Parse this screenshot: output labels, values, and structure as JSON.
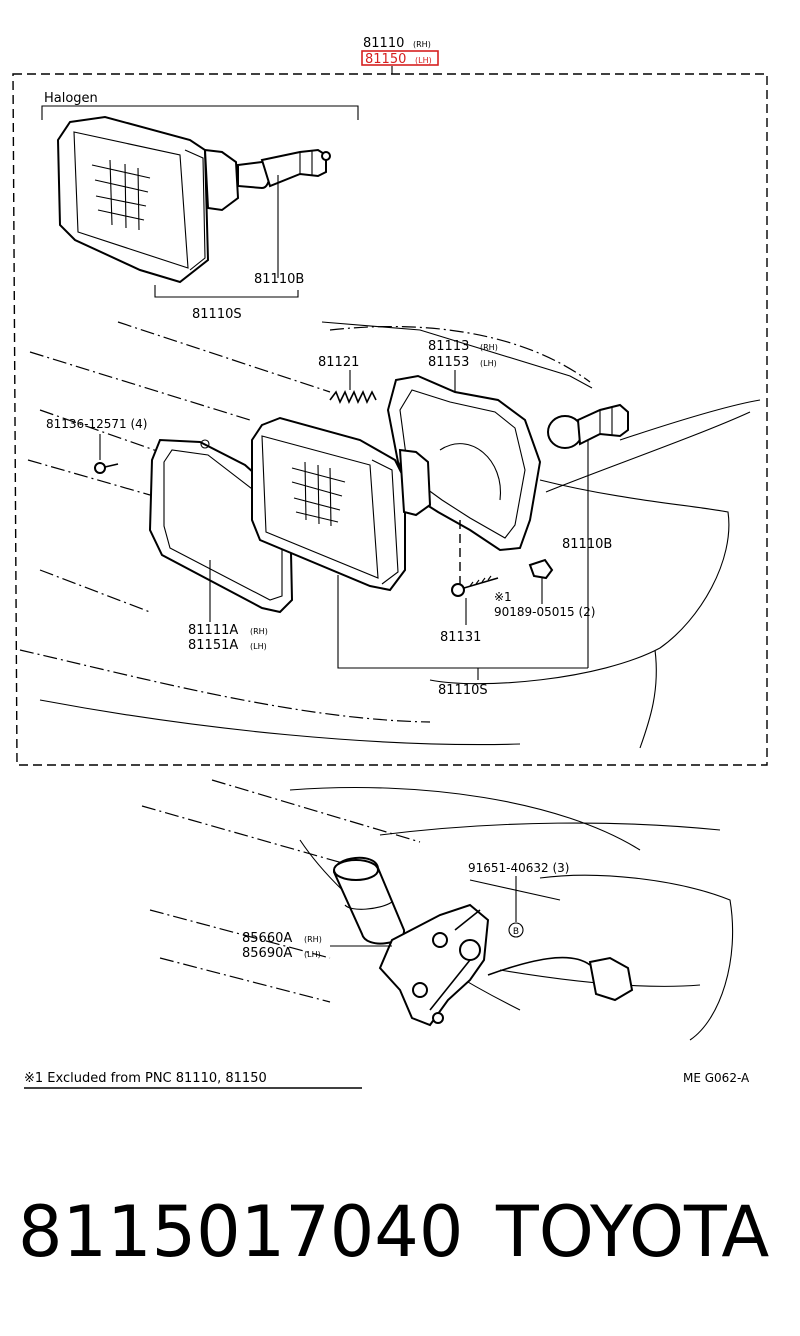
{
  "header": {
    "main_part": "81110",
    "main_part_side": "(RH)",
    "highlight_part": "81150",
    "highlight_part_side": "(LH)",
    "highlight_color": "#d62020"
  },
  "inset": {
    "title": "Halogen",
    "bulb": "81110B",
    "unit": "81110S"
  },
  "callouts": {
    "spring": "81121",
    "housing_rh": "81113",
    "housing_rh_side": "(RH)",
    "housing_lh": "81153",
    "housing_lh_side": "(LH)",
    "screw": "81136-12571 (4)",
    "bulb": "81110B",
    "mark1": "※1",
    "clip": "90189-05015 (2)",
    "adjuster": "81131",
    "bezel_rh": "81111A",
    "bezel_rh_side": "(RH)",
    "bezel_lh": "81151A",
    "bezel_lh_side": "(LH)",
    "unit": "81110S",
    "bolt": "91651-40632 (3)",
    "bolt_mark": "B",
    "motor_rh": "85660A",
    "motor_rh_side": "(RH)",
    "motor_lh": "85690A",
    "motor_lh_side": "(LH)"
  },
  "footnote": "※1 Excluded from PNC 81110, 81150",
  "diagram_code": "ME G062-A",
  "footer": {
    "part_number": "8115017040",
    "brand": "TOYOTA"
  }
}
